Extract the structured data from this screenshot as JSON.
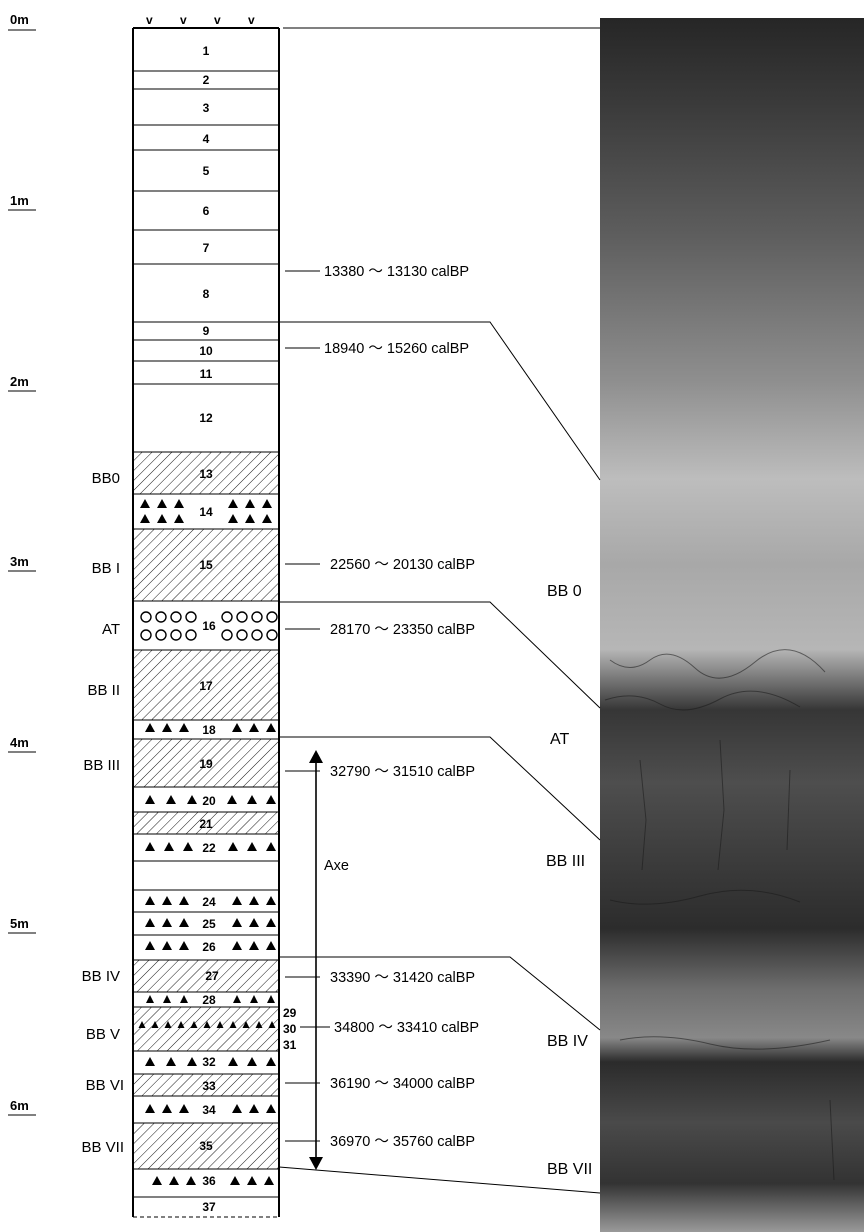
{
  "depth_labels": [
    "0m",
    "1m",
    "2m",
    "3m",
    "4m",
    "5m",
    "6m"
  ],
  "layers": [
    "1",
    "2",
    "3",
    "4",
    "5",
    "6",
    "7",
    "8",
    "9",
    "10",
    "11",
    "12",
    "13",
    "14",
    "15",
    "16",
    "17",
    "18",
    "19",
    "20",
    "21",
    "22",
    "24",
    "25",
    "26",
    "27",
    "28",
    "32",
    "33",
    "34",
    "35",
    "36",
    "37"
  ],
  "side_layer_numbers": [
    "29",
    "30",
    "31"
  ],
  "units": [
    "BB0",
    "BB I",
    "AT",
    "BB II",
    "BB III",
    "BB IV",
    "BB V",
    "BB VI",
    "BB VII"
  ],
  "dates": [
    "13380 ～ 13130 calBP",
    "18940 ～ 15260 calBP",
    "22560 ～ 20130 calBP",
    "28170 ～ 23350 calBP",
    "32790 ～ 31510 calBP",
    "33390 ～ 31420 calBP",
    "34800 ～ 33410 calBP",
    "36190 ～ 34000 calBP",
    "36970 ～ 35760 calBP"
  ],
  "axe_label": "Axe",
  "surface_symbol": "v",
  "photo_labels": [
    "BB 0",
    "AT",
    "BB III",
    "BB IV",
    "BB VII"
  ],
  "colors": {
    "ink": "#000000",
    "photo_dark": "#262626",
    "photo_light": "#bdbdbd"
  }
}
